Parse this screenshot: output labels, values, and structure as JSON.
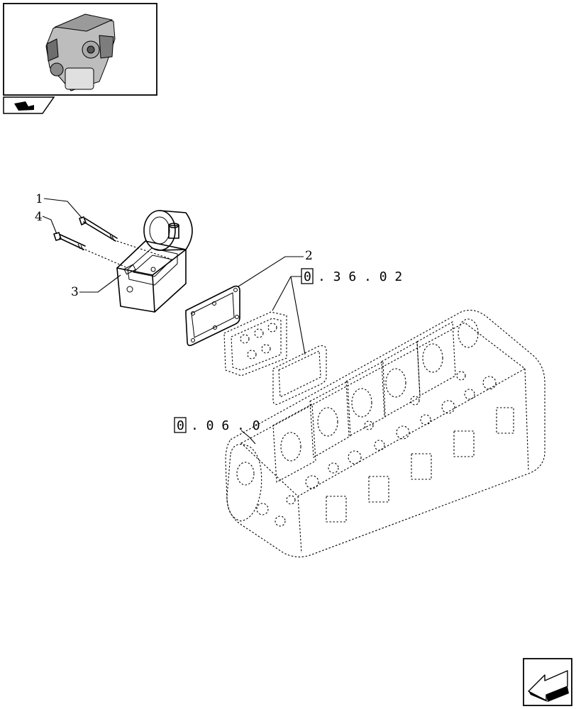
{
  "callouts": {
    "c1": "1",
    "c2": "2",
    "c3": "3",
    "c4": "4"
  },
  "references": {
    "ref_top": {
      "boxed": "0",
      "rest": ". 3 6 . 0 2"
    },
    "ref_bottom": {
      "boxed": "0",
      "rest": ". 0 6 . 0"
    }
  },
  "icons": {
    "thumbnail": "engine-thumbnail-icon",
    "tab": "tractor-tab-icon",
    "nav": "next-page-arrow-icon"
  }
}
